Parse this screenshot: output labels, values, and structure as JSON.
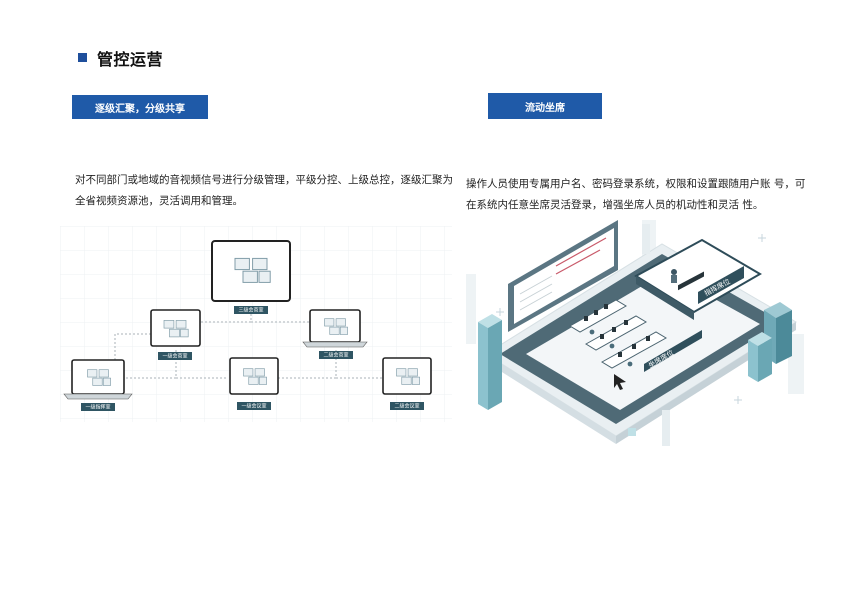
{
  "section": {
    "title": "管控运营"
  },
  "left": {
    "tag": "逐级汇聚，分级共享",
    "description": "对不同部门或地域的音视频信号进行分级管理，平级分控、上级总控，逐级汇聚为全省视频资源池，灵活调用和管理。",
    "diagram": {
      "labels": {
        "top": "三级会商室",
        "mid_left": "一级会商室",
        "mid_right": "二级会商室",
        "bot_left": "一级指挥室",
        "bot_mid": "一级会议室",
        "bot_right": "二级会议室"
      }
    }
  },
  "right": {
    "tag": "流动坐席",
    "description": "操作人员使用专属用户名、密码登录系统，权限和设置跟随用户账 号，可在系统内任意坐席灵活登录，增强坐席人员的机动性和灵活 性。",
    "illustration": {
      "sign_a": "指挥席位",
      "sign_b": "坐席席位"
    }
  },
  "colors": {
    "accent": "#1f5aa8",
    "marker": "#1f4f9c",
    "label_box": "#2f5563"
  }
}
